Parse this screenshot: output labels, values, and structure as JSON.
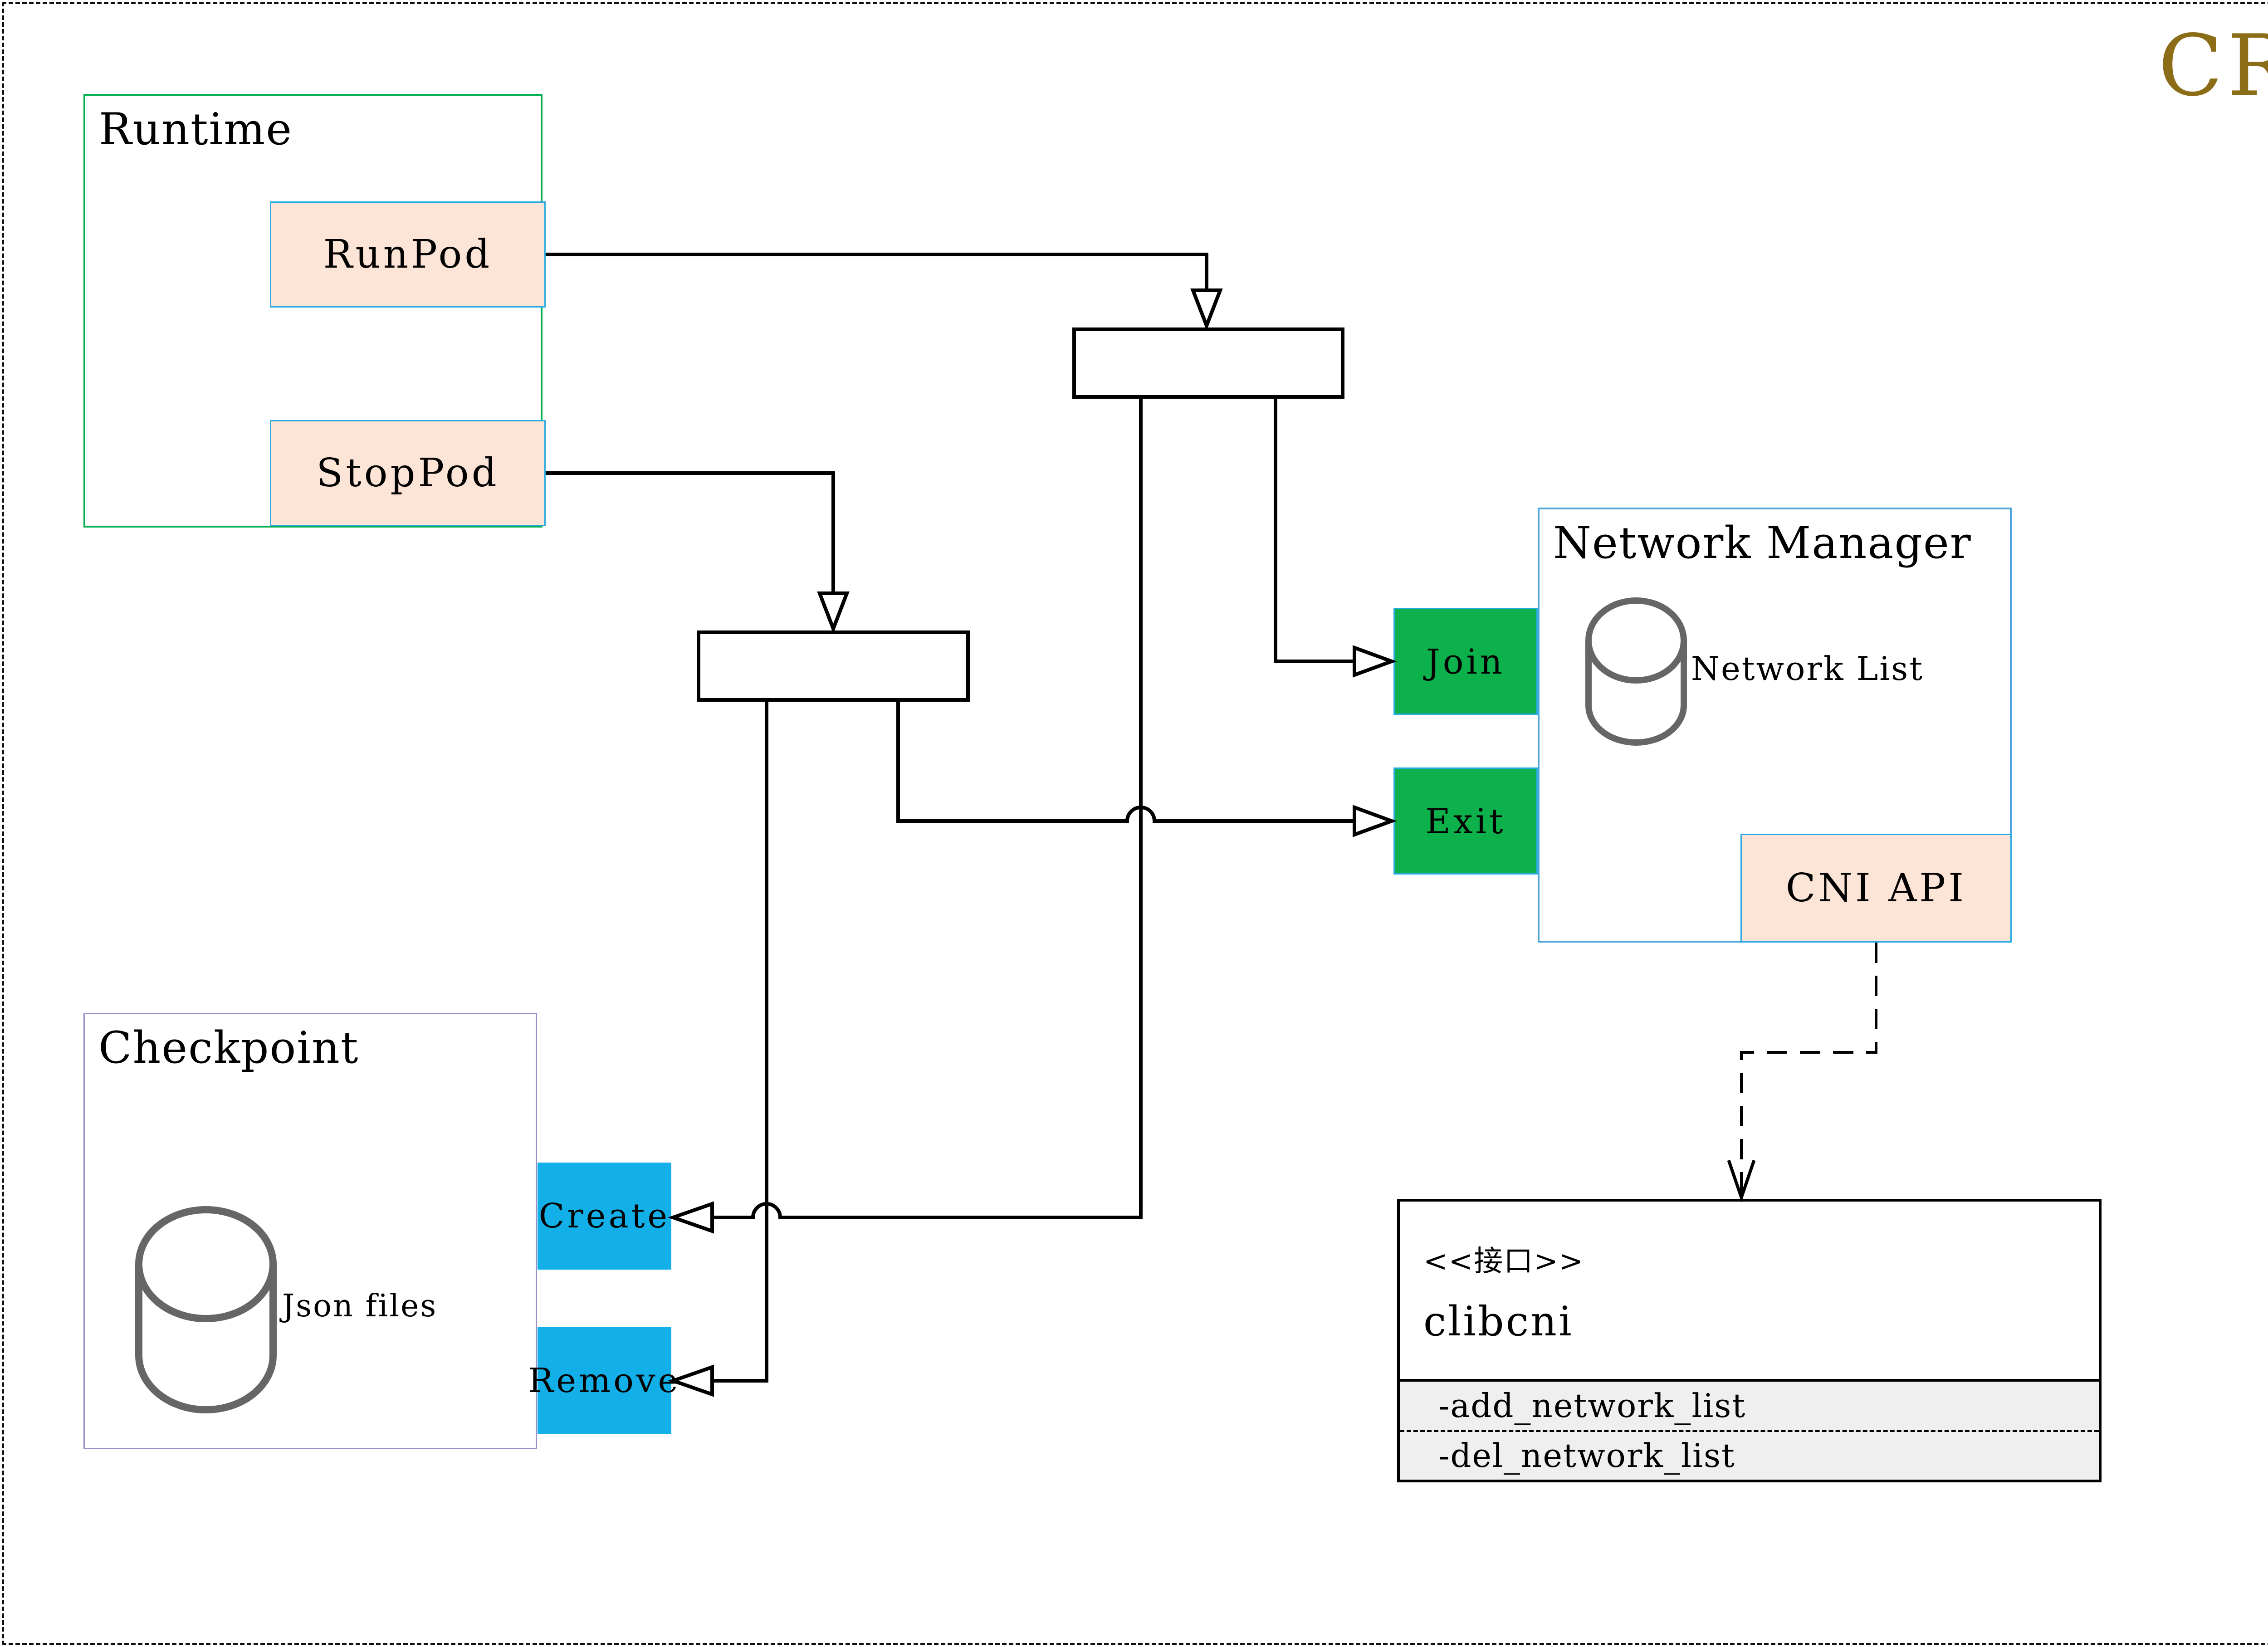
{
  "page": {
    "cri_label": "CRI"
  },
  "runtime": {
    "label": "Runtime",
    "run_pod": "RunPod",
    "stop_pod": "StopPod"
  },
  "network_manager": {
    "label": "Network Manager",
    "join": "Join",
    "exit": "Exit",
    "network_list": "Network List",
    "cni_api": "CNI API"
  },
  "checkpoint": {
    "label": "Checkpoint",
    "json_files": "Json files",
    "create": "Create",
    "remove": "Remove"
  },
  "clibcni": {
    "stereotype": "<<接口>>",
    "name": "clibcni",
    "method_add": "-add_network_list",
    "method_del": "-del_network_list"
  },
  "colors": {
    "gold": "#8B6D17",
    "runtime_border": "#00B050",
    "module_fill": "#FCE5D6",
    "module_border": "#29ABE2",
    "nm_border": "#4DA6DC",
    "checkpoint_border": "#9D8EC7",
    "green_button": "#0DB14B",
    "blue_button": "#12AFE8",
    "cylinder": "#666666",
    "class_section": "#EFEFEF",
    "line": "#000000"
  }
}
